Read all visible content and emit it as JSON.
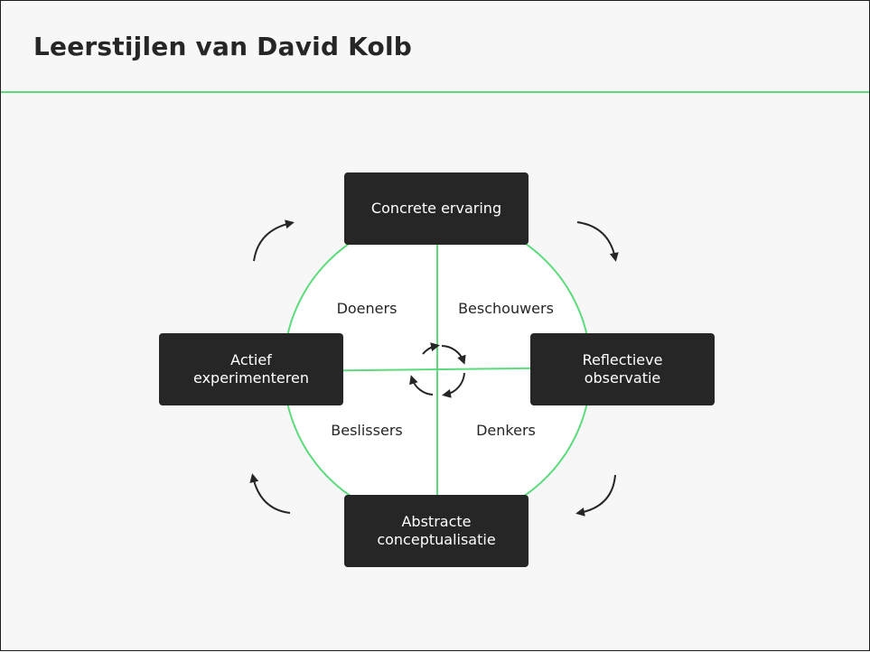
{
  "header": {
    "title": "Leerstijlen van David Kolb"
  },
  "stages": {
    "top": "Concrete ervaring",
    "right": "Reflectieve\nobservatie",
    "bottom": "Abstracte\nconceptualisatie",
    "left": "Actief\nexperimenteren"
  },
  "styles": {
    "top_left": "Doeners",
    "top_right": "Beschouwers",
    "bottom_left": "Beslissers",
    "bottom_right": "Denkers"
  },
  "colors": {
    "accent": "#5cdb7c",
    "box": "#262626",
    "background": "#f7f7f7"
  }
}
